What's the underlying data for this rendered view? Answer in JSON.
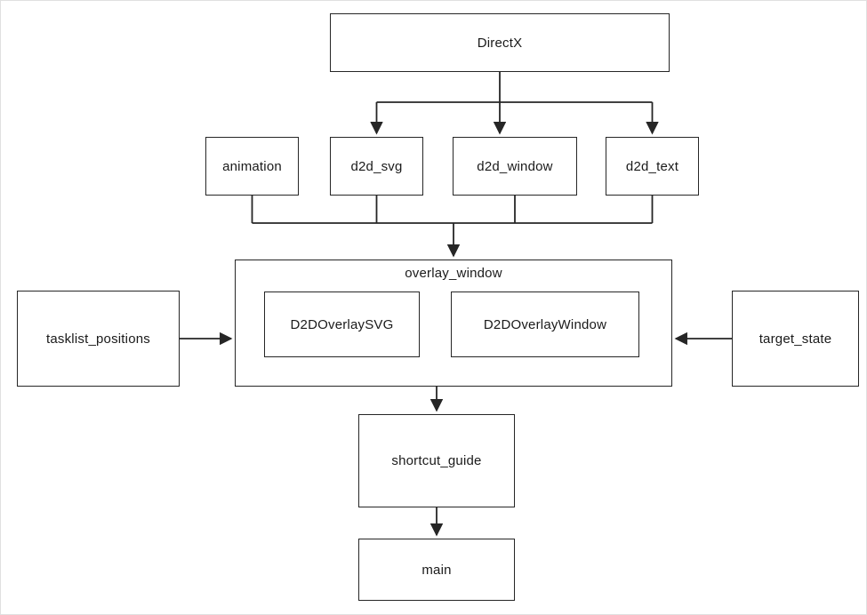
{
  "diagram": {
    "type": "module-dependency-flowchart",
    "colors": {
      "background": "#ffffff",
      "box_border": "#262626",
      "line": "#262626",
      "text": "#1a1a1a"
    },
    "nodes": {
      "directx": "DirectX",
      "animation": "animation",
      "d2d_svg": "d2d_svg",
      "d2d_window": "d2d_window",
      "d2d_text": "d2d_text",
      "overlay_window": "overlay_window",
      "d2d_overlay_svg": "D2DOverlaySVG",
      "d2d_overlay_window": "D2DOverlayWindow",
      "tasklist_positions": "tasklist_positions",
      "target_state": "target_state",
      "shortcut_guide": "shortcut_guide",
      "main": "main"
    },
    "contains": [
      {
        "parent": "overlay_window",
        "children": [
          "D2DOverlaySVG",
          "D2DOverlayWindow"
        ]
      }
    ],
    "edges": [
      {
        "from": "DirectX",
        "to": "d2d_svg"
      },
      {
        "from": "DirectX",
        "to": "d2d_window"
      },
      {
        "from": "DirectX",
        "to": "d2d_text"
      },
      {
        "from": "animation",
        "to": "overlay_window"
      },
      {
        "from": "d2d_svg",
        "to": "overlay_window"
      },
      {
        "from": "d2d_window",
        "to": "overlay_window"
      },
      {
        "from": "d2d_text",
        "to": "overlay_window"
      },
      {
        "from": "tasklist_positions",
        "to": "overlay_window"
      },
      {
        "from": "target_state",
        "to": "overlay_window"
      },
      {
        "from": "overlay_window",
        "to": "shortcut_guide"
      },
      {
        "from": "shortcut_guide",
        "to": "main"
      }
    ]
  }
}
